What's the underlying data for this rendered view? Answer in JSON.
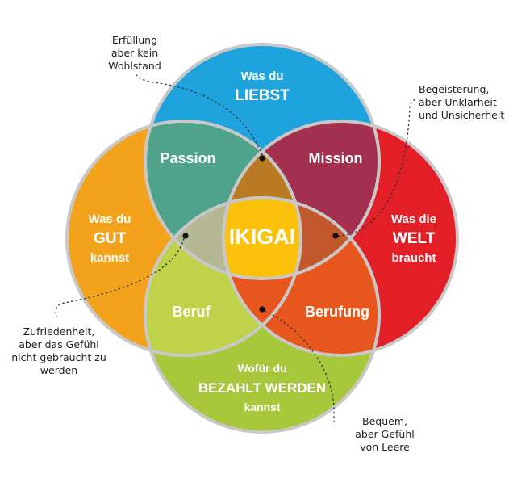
{
  "colors": {
    "top_circle": "#1fa3dd",
    "left_circle": "#f2a31b",
    "right_circle": "#e21f26",
    "bottom_circle": "#a8c83b",
    "passion": "#4fa38b",
    "mission": "#a2304e",
    "beruf": "#bfd24a",
    "berufung": "#e7561c",
    "top_triple": "#b97b23",
    "left_triple": "#b4b994",
    "right_triple": "#c1592c",
    "bottom_triple": "#e7561c",
    "center": "#fcc10a",
    "outline": "#c8c8c8"
  },
  "circles": {
    "top": {
      "line1": "Was du",
      "line2": "LIEBST"
    },
    "left": {
      "line1": "Was du",
      "line2": "GUT",
      "line3": "kannst"
    },
    "right": {
      "line1": "Was die",
      "line2": "WELT",
      "line3": "braucht"
    },
    "bottom": {
      "line1": "Wofür du",
      "line2": "BEZAHLT WERDEN",
      "line3": "kannst"
    }
  },
  "intersections": {
    "passion": "Passion",
    "mission": "Mission",
    "beruf": "Beruf",
    "berufung": "Berufung",
    "center": "IKIGAI"
  },
  "annotations": {
    "top_left": [
      "Erfüllung",
      "aber kein",
      "Wohlstand"
    ],
    "top_right": [
      "Begeisterung,",
      "aber Unklarheit",
      "und Unsicherheit"
    ],
    "bottom_left": [
      "Zufriedenheit,",
      "aber das Gefühl",
      "nicht gebraucht zu",
      "werden"
    ],
    "bottom_right": [
      "Bequem,",
      "aber Gefühl",
      "von Leere"
    ]
  }
}
